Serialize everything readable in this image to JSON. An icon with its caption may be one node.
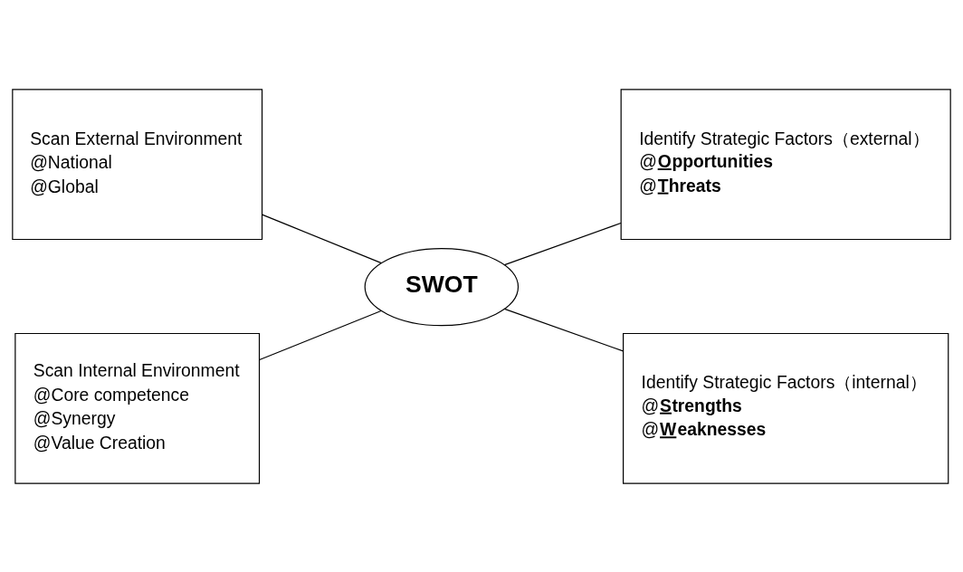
{
  "diagram": {
    "nodes": [
      {
        "text": [
          "Scan External Environment",
          "@National",
          "@Global"
        ]
      },
      {
        "text": [
          "Identify Strategic Factors（external）",
          "@**Opportunities**",
          "@**Threats**"
        ]
      },
      {
        "text": [
          "SWOT"
        ]
      },
      {
        "text": [
          "Scan Internal Environment",
          "@Core competence",
          "@Synergy",
          "@Value Creation"
        ]
      },
      {
        "text": [
          "Identify Strategic Factors（internal）",
          "@**Strengths**",
          "@**Weaknesses**"
        ]
      }
    ],
    "edges": [
      {
        "from": 0,
        "to": 2,
        "arrow": "none"
      },
      {
        "from": 2,
        "to": 1,
        "arrow": "none"
      },
      {
        "from": 3,
        "to": 2,
        "arrow": "none"
      },
      {
        "from": 2,
        "to": 4,
        "arrow": "none"
      }
    ]
  }
}
